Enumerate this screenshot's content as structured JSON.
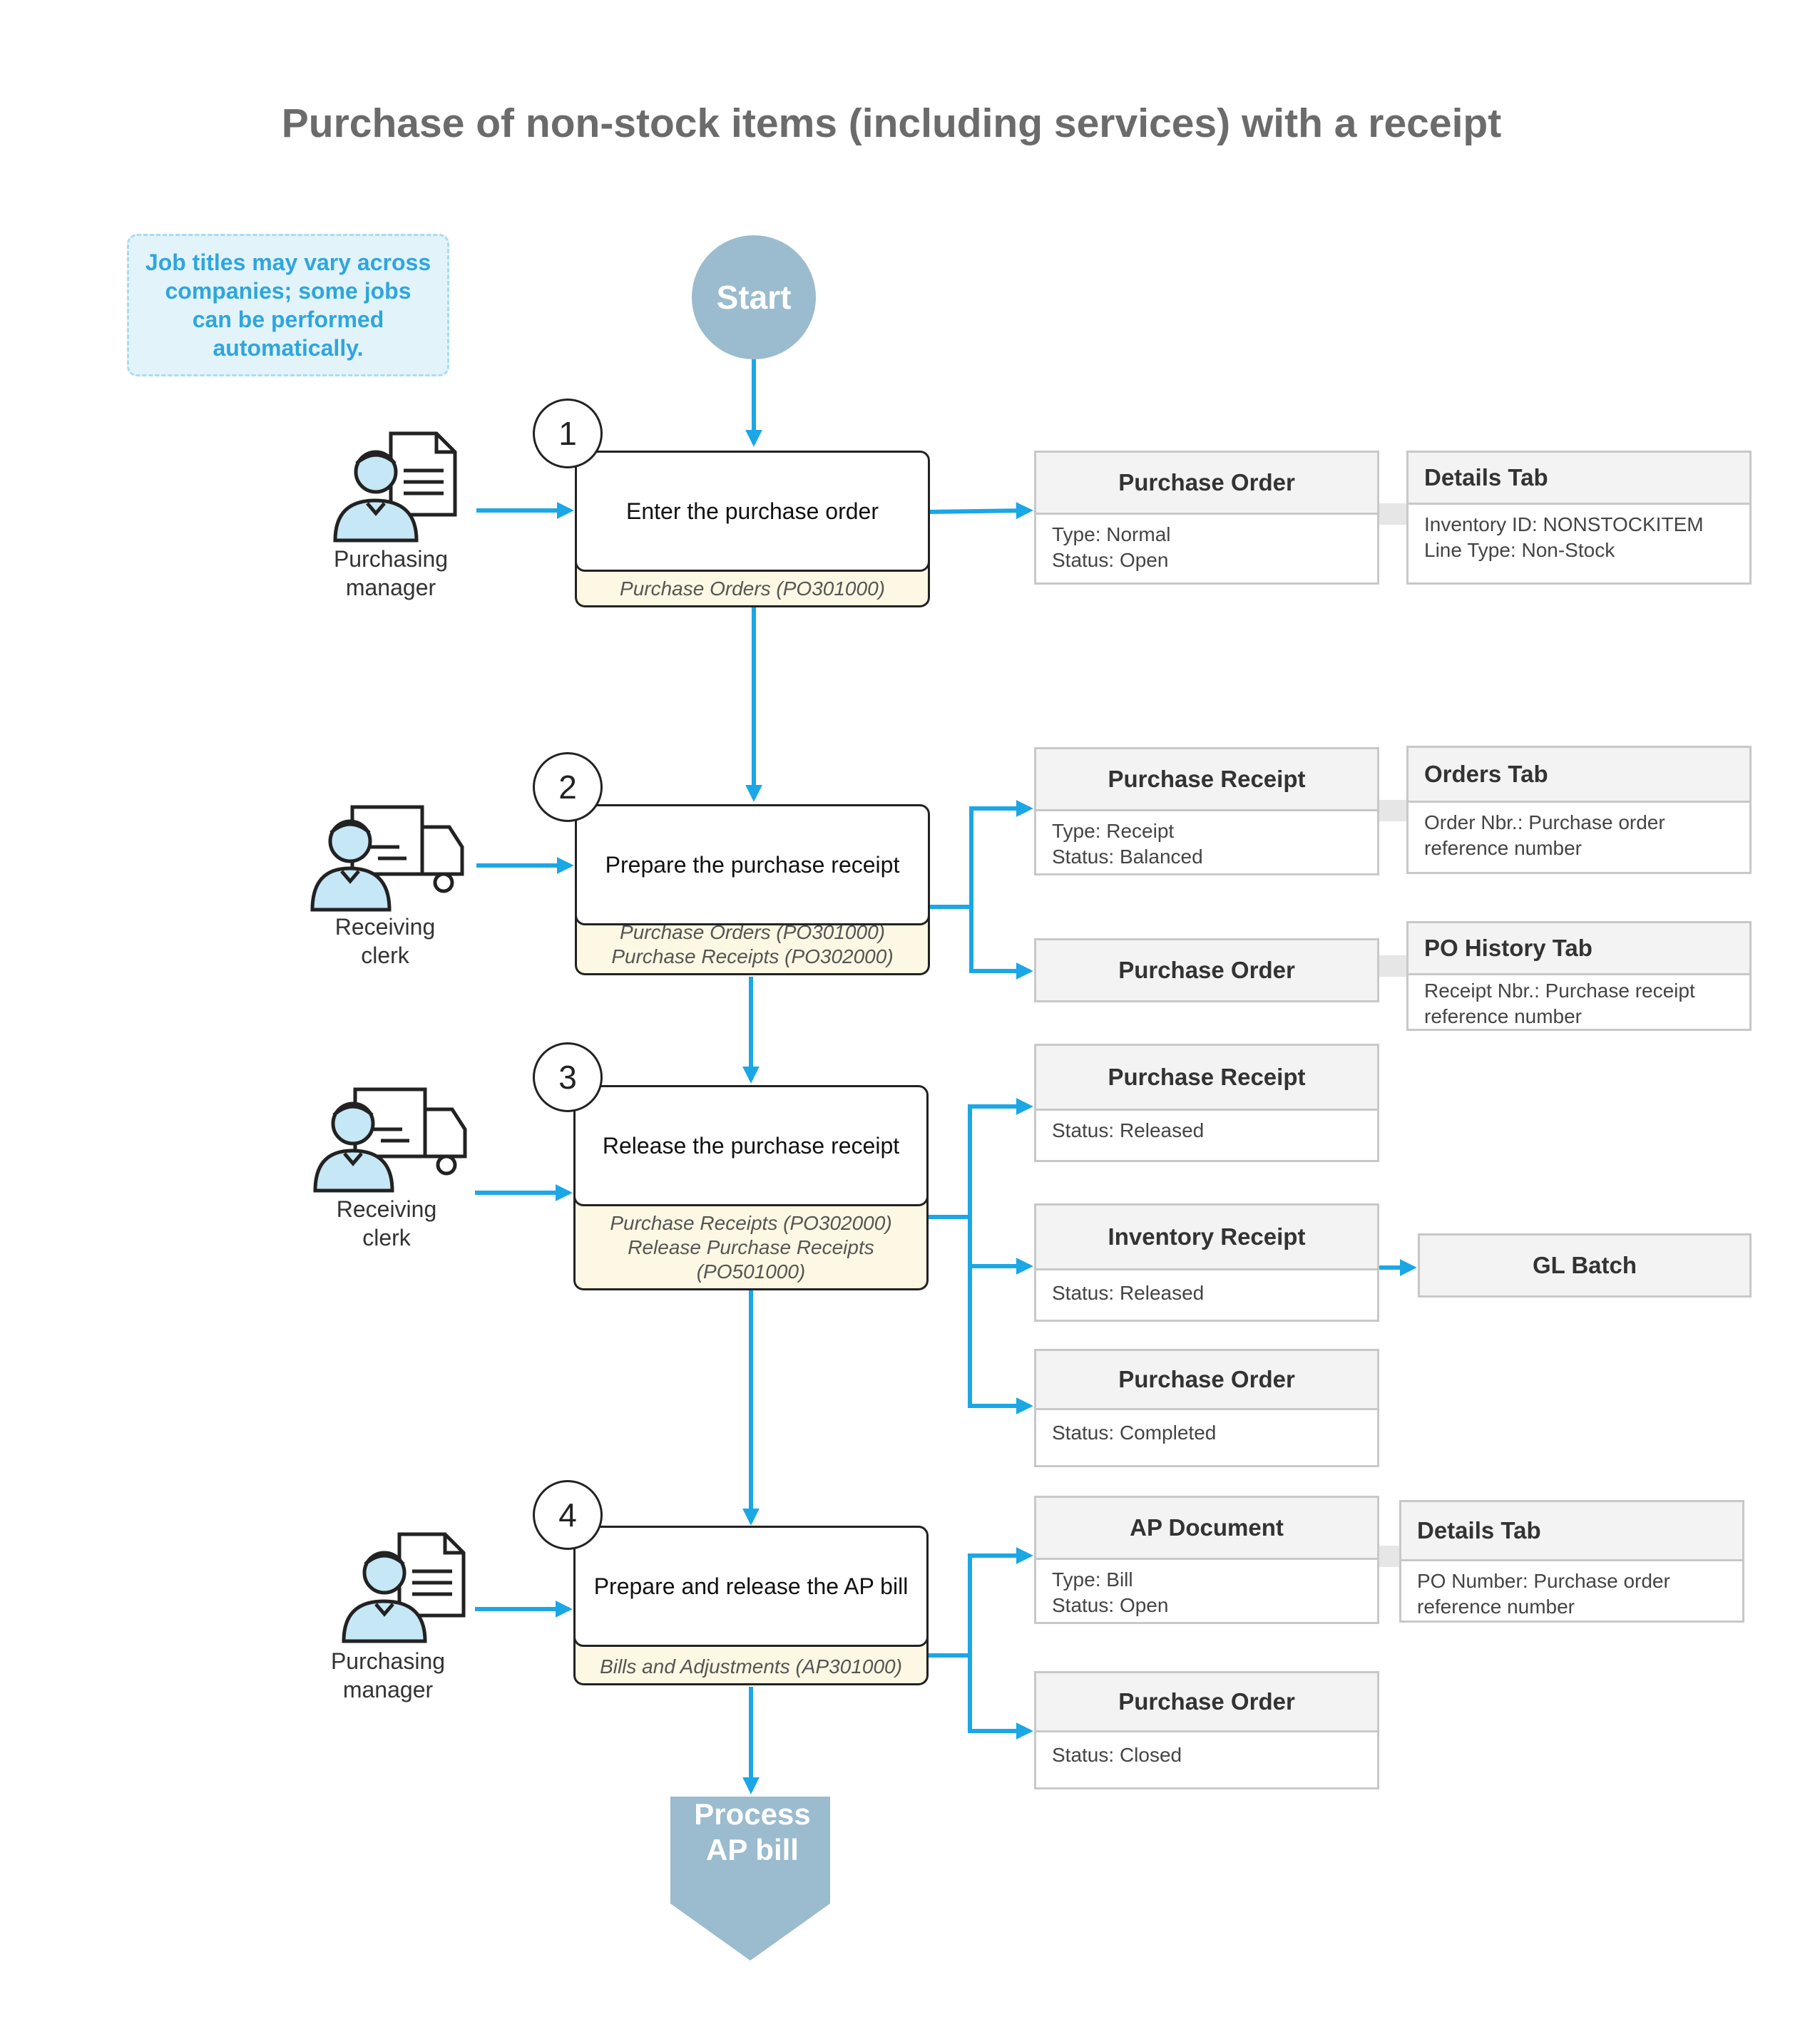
{
  "title": "Purchase of non-stock items (including services) with a receipt",
  "note": "Job titles may vary across companies; some jobs can be performed automatically.",
  "start_label": "Start",
  "end_label": "Process AP bill",
  "colors": {
    "arrow": "#1ba7e6",
    "start_end": "#9bbbcf",
    "note_bg": "#e3f3fa",
    "note_text": "#2ea6dd",
    "subtitle_bg": "#fdf8e3"
  },
  "steps": [
    {
      "number": "1",
      "label": "Enter the purchase order",
      "forms": [
        "Purchase Orders (PO301000)"
      ],
      "role": [
        "Purchasing",
        "manager"
      ],
      "role_icon": "purchasing-manager-icon"
    },
    {
      "number": "2",
      "label": "Prepare the purchase receipt",
      "forms": [
        "Purchase Orders (PO301000)",
        "Purchase Receipts (PO302000)"
      ],
      "role": [
        "Receiving",
        "clerk"
      ],
      "role_icon": "receiving-clerk-icon"
    },
    {
      "number": "3",
      "label": "Release the purchase receipt",
      "forms": [
        "Purchase Receipts (PO302000)",
        "Release Purchase Receipts",
        "(PO501000)"
      ],
      "role": [
        "Receiving",
        "clerk"
      ],
      "role_icon": "receiving-clerk-icon"
    },
    {
      "number": "4",
      "label": "Prepare and release the AP bill",
      "forms": [
        "Bills and Adjustments (AP301000)"
      ],
      "role": [
        "Purchasing",
        "manager"
      ],
      "role_icon": "purchasing-manager-icon"
    }
  ],
  "cards": {
    "s1_po": {
      "title": "Purchase Order",
      "body": "Type: Normal\nStatus: Open"
    },
    "s1_details": {
      "title": "Details Tab",
      "body": "Inventory ID: NONSTOCKITEM\nLine Type: Non-Stock"
    },
    "s2_receipt": {
      "title": "Purchase Receipt",
      "body": "Type: Receipt\nStatus: Balanced"
    },
    "s2_orders": {
      "title": "Orders Tab",
      "body": "Order Nbr.: Purchase order\nreference number"
    },
    "s2_po": {
      "title": "Purchase Order"
    },
    "s2_history": {
      "title": "PO History Tab",
      "body": "Receipt Nbr.: Purchase receipt\nreference number"
    },
    "s3_receipt": {
      "title": "Purchase Receipt",
      "body": "Status: Released"
    },
    "s3_inventory": {
      "title": "Inventory Receipt",
      "body": "Status: Released"
    },
    "s3_gl": {
      "title": "GL Batch"
    },
    "s3_po": {
      "title": "Purchase Order",
      "body": "Status: Completed"
    },
    "s4_ap": {
      "title": "AP Document",
      "body": "Type: Bill\nStatus: Open"
    },
    "s4_details": {
      "title": "Details Tab",
      "body": "PO Number: Purchase order\nreference number"
    },
    "s4_po": {
      "title": "Purchase Order",
      "body": "Status: Closed"
    }
  }
}
